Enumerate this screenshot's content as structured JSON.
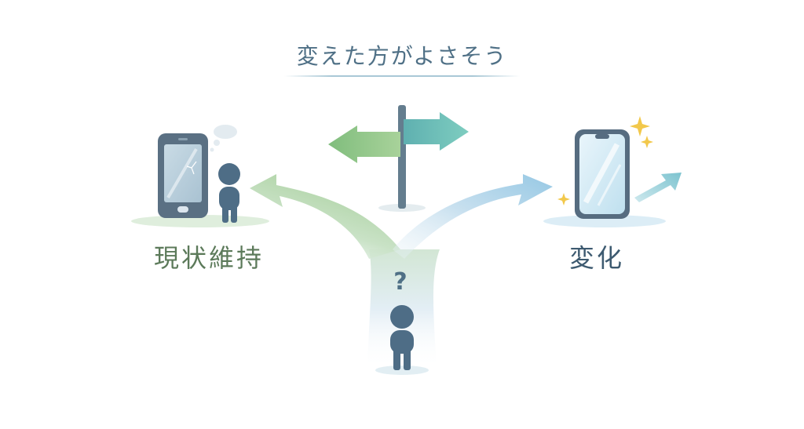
{
  "title": "変えた方がよさそう",
  "options": {
    "left": {
      "label": "現状維持"
    },
    "right": {
      "label": "変化"
    }
  },
  "center": {
    "question_mark": "?"
  },
  "colors": {
    "green_path": "#9cc792",
    "blue_path": "#8fc4df",
    "figure": "#4e6d86",
    "phone_frame": "#556c80",
    "sparkle": "#f2c84b"
  }
}
